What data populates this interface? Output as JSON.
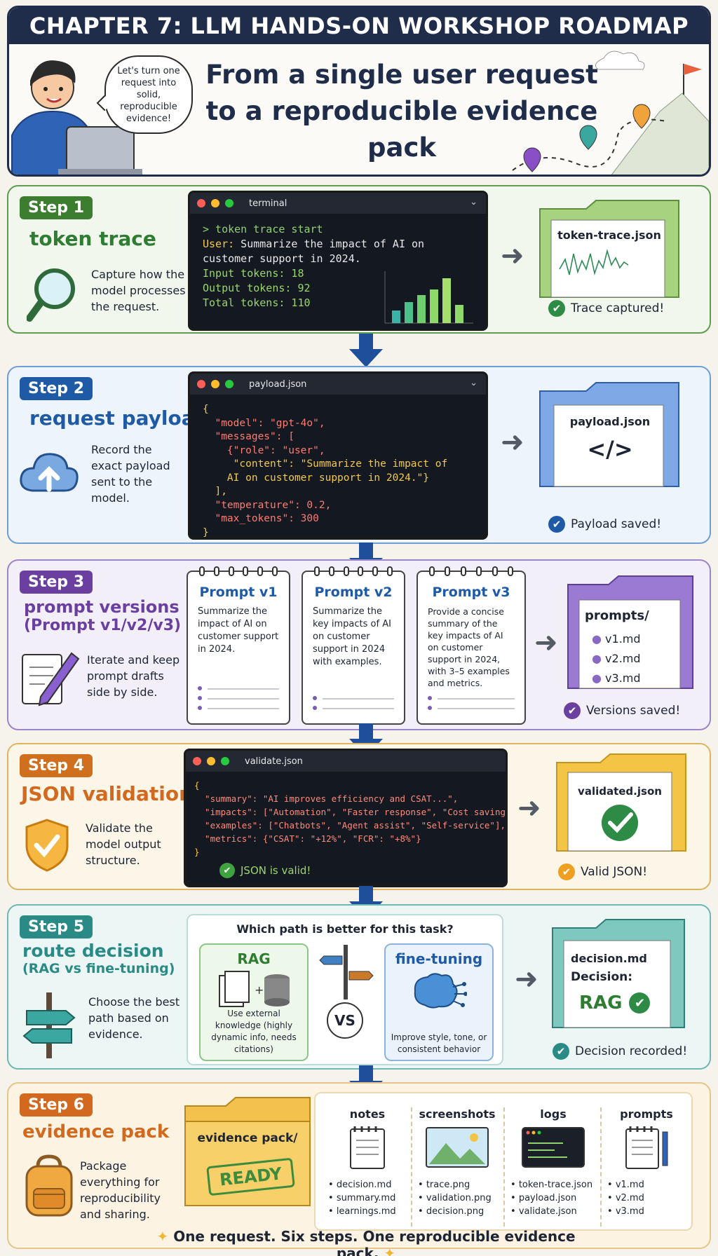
{
  "header": {
    "title": "CHAPTER 7: LLM HANDS-ON WORKSHOP ROADMAP",
    "subtitle_line1": "From a single user request",
    "subtitle_line2": "to a reproducible evidence pack",
    "bubble": "Let's turn one request into solid, reproducible evidence!"
  },
  "step1": {
    "badge": "Step 1",
    "title": "token trace",
    "desc": "Capture how the model processes the request.",
    "terminal_title": "terminal",
    "term_line1": "> token trace start",
    "term_user_key": "User:",
    "term_user_val": " Summarize the impact of AI on",
    "term_user_val2": "customer support in 2024.",
    "term_in": "Input tokens: 18",
    "term_out": "Output tokens: 92",
    "term_total": "Total tokens: 110",
    "file": "token-trace.json",
    "status": "Trace captured!"
  },
  "step2": {
    "badge": "Step 2",
    "title": "request payload",
    "desc": "Record the exact payload sent to the model.",
    "terminal_title": "payload.json",
    "code": [
      "{",
      "  \"model\": \"gpt-4o\",",
      "  \"messages\": [",
      "    {\"role\": \"user\",",
      "     \"content\": \"Summarize the impact of",
      "    AI on customer support in 2024.\"}",
      "  ],",
      "  \"temperature\": 0.2,",
      "  \"max_tokens\": 300",
      "}"
    ],
    "file": "payload.json",
    "file_glyph": "</>",
    "status": "Payload saved!"
  },
  "step3": {
    "badge": "Step 3",
    "title": "prompt versions",
    "subtitle": "(Prompt v1/v2/v3)",
    "desc": "Iterate and keep prompt drafts side by side.",
    "prompts": [
      {
        "title": "Prompt v1",
        "text": "Summarize the impact of AI on customer support in 2024."
      },
      {
        "title": "Prompt v2",
        "text": "Summarize the key impacts of AI on customer support in 2024 with examples."
      },
      {
        "title": "Prompt v3",
        "text": "Provide a concise summary of the key impacts of AI on customer support in 2024, with 3–5 examples and metrics."
      }
    ],
    "file": "prompts/",
    "files": [
      "v1.md",
      "v2.md",
      "v3.md"
    ],
    "status": "Versions saved!"
  },
  "step4": {
    "badge": "Step 4",
    "title": "JSON validation",
    "desc": "Validate the model output structure.",
    "terminal_title": "validate.json",
    "code": [
      "{",
      "  \"summary\": \"AI improves efficiency and CSAT...\",",
      "  \"impacts\": [\"Automation\", \"Faster response\", \"Cost savings\"],",
      "  \"examples\": [\"Chatbots\", \"Agent assist\", \"Self-service\"],",
      "  \"metrics\": {\"CSAT\": \"+12%\", \"FCR\": \"+8%\"}",
      "}"
    ],
    "valid": "JSON is valid!",
    "file": "validated.json",
    "status": "Valid JSON!"
  },
  "step5": {
    "badge": "Step 5",
    "title": "route decision",
    "subtitle": "(RAG vs fine-tuning)",
    "desc": "Choose the best path based on evidence.",
    "question": "Which path is better for this task?",
    "rag_title": "RAG",
    "rag_text": "Use external knowledge (highly dynamic info, needs citations)",
    "vs": "VS",
    "ft_title": "fine-tuning",
    "ft_text": "Improve style, tone, or consistent behavior",
    "file": "decision.md",
    "decision_label": "Decision:",
    "decision_value": "RAG",
    "status": "Decision recorded!"
  },
  "step6": {
    "badge": "Step 6",
    "title": "evidence pack",
    "desc": "Package everything for reproducibility and sharing.",
    "folder": "evidence pack/",
    "stamp": "READY",
    "cats": [
      {
        "title": "notes",
        "items": [
          "decision.md",
          "summary.md",
          "learnings.md"
        ]
      },
      {
        "title": "screenshots",
        "items": [
          "trace.png",
          "validation.png",
          "decision.png"
        ]
      },
      {
        "title": "logs",
        "items": [
          "token-trace.json",
          "payload.json",
          "validate.json"
        ]
      },
      {
        "title": "prompts",
        "items": [
          "v1.md",
          "v2.md",
          "v3.md"
        ]
      }
    ],
    "footer": "One request. Six steps. One reproducible evidence pack."
  },
  "colors": {
    "green": "#2e7d32",
    "blue": "#1f5aa6",
    "purple": "#6a3fa0",
    "orange": "#d2691e",
    "teal": "#2a8a86",
    "navy": "#1f2d4a"
  }
}
